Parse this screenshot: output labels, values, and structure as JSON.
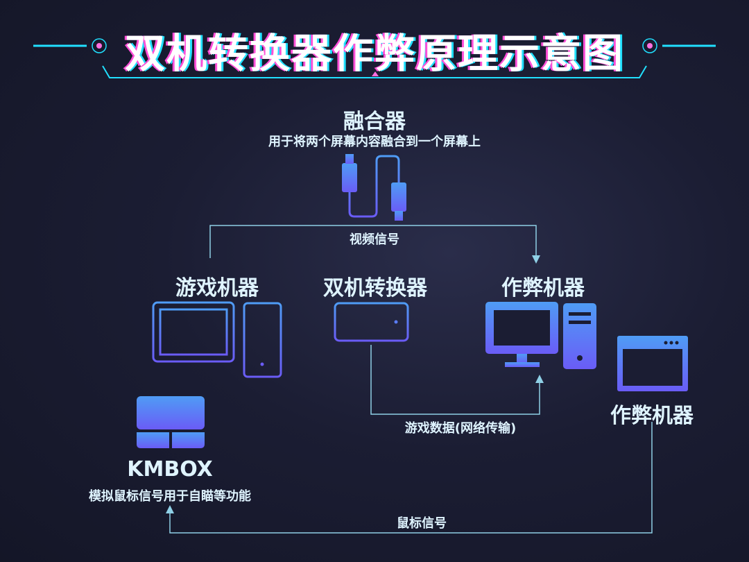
{
  "title": "双机转换器作弊原理示意图",
  "fuser": {
    "name": "融合器",
    "desc": "用于将两个屏幕内容融合到一个屏幕上"
  },
  "video_signal": "视频信号",
  "game_machine": "游戏机器",
  "converter": "双机转换器",
  "cheat_machine": "作弊机器",
  "cheat_machine_2": "作弊机器",
  "game_data": "游戏数据(网络传输)",
  "kmbox": {
    "name": "KMBOX",
    "desc": "模拟鼠标信号用于自瞄等功能"
  },
  "mouse_signal": "鼠标信号",
  "colors": {
    "icon_top": "#4f9cf5",
    "icon_bottom": "#6a5cf6",
    "line": "#8fd0e6",
    "accent_cyan": "#21e0ff",
    "accent_pink": "#ff6fe0"
  }
}
